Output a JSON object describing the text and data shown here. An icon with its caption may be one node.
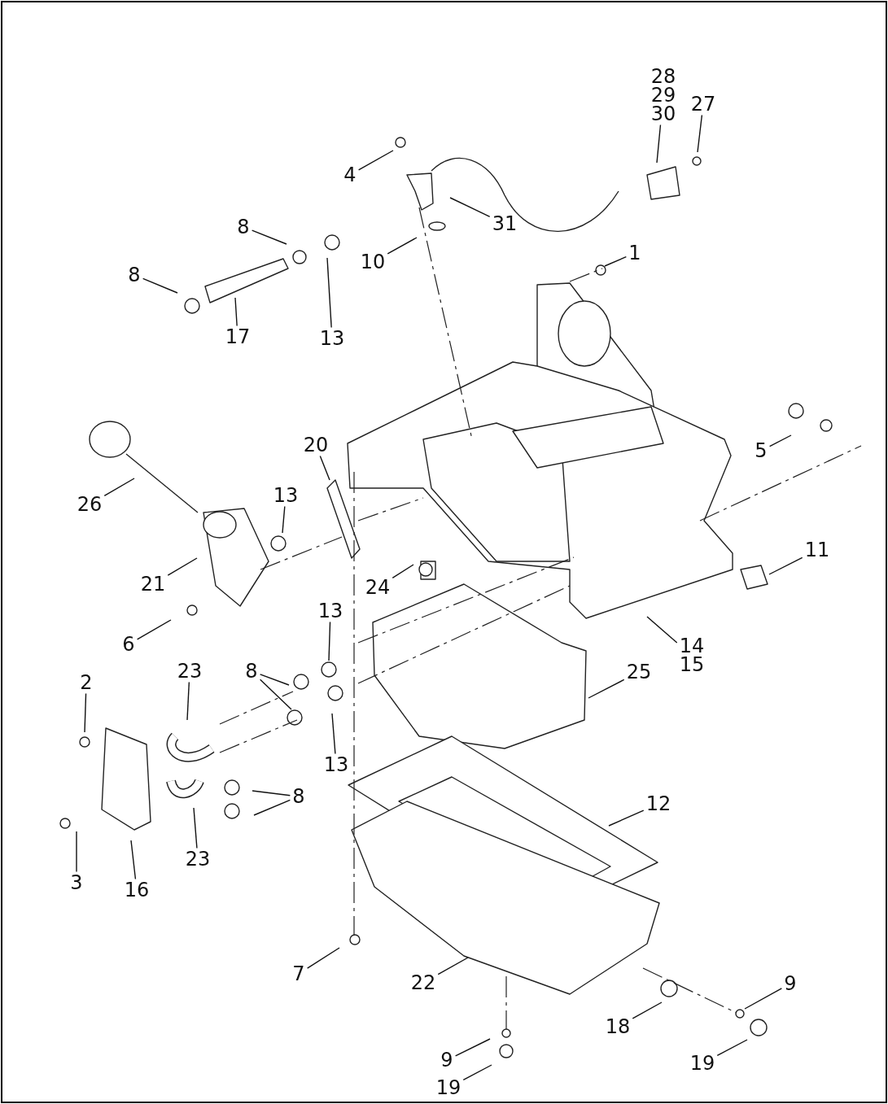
{
  "diagram": {
    "nodes": [
      {
        "text": [
          "28",
          "29",
          "30"
        ]
      },
      {
        "text": [
          "27"
        ]
      },
      {
        "text": [
          "4"
        ]
      },
      {
        "text": [
          "31"
        ]
      },
      {
        "text": [
          "10"
        ]
      },
      {
        "text": [
          "1"
        ]
      },
      {
        "text": [
          "8"
        ]
      },
      {
        "text": [
          "8"
        ]
      },
      {
        "text": [
          "17"
        ]
      },
      {
        "text": [
          "13"
        ]
      },
      {
        "text": [
          "20"
        ]
      },
      {
        "text": [
          "26"
        ]
      },
      {
        "text": [
          "13"
        ]
      },
      {
        "text": [
          "5"
        ]
      },
      {
        "text": [
          "21"
        ]
      },
      {
        "text": [
          "24"
        ]
      },
      {
        "text": [
          "11"
        ]
      },
      {
        "text": [
          "6"
        ]
      },
      {
        "text": [
          "13"
        ]
      },
      {
        "text": [
          "14",
          "15"
        ]
      },
      {
        "text": [
          "2"
        ]
      },
      {
        "text": [
          "23"
        ]
      },
      {
        "text": [
          "8"
        ]
      },
      {
        "text": [
          "25"
        ]
      },
      {
        "text": [
          "13"
        ]
      },
      {
        "text": [
          "8"
        ]
      },
      {
        "text": [
          "12"
        ]
      },
      {
        "text": [
          "3"
        ]
      },
      {
        "text": [
          "16"
        ]
      },
      {
        "text": [
          "23"
        ]
      },
      {
        "text": [
          "7"
        ]
      },
      {
        "text": [
          "22"
        ]
      },
      {
        "text": [
          "9"
        ]
      },
      {
        "text": [
          "18"
        ]
      },
      {
        "text": [
          "9"
        ]
      },
      {
        "text": [
          "19"
        ]
      },
      {
        "text": [
          "19"
        ]
      }
    ],
    "edges": [
      {
        "from": 0,
        "to": null,
        "arrow": "none"
      },
      {
        "from": 1,
        "to": null,
        "arrow": "none"
      },
      {
        "from": 2,
        "to": null,
        "arrow": "none"
      },
      {
        "from": 3,
        "to": null,
        "arrow": "none"
      },
      {
        "from": 4,
        "to": null,
        "arrow": "none"
      },
      {
        "from": 5,
        "to": null,
        "arrow": "none"
      },
      {
        "from": 6,
        "to": null,
        "arrow": "none"
      },
      {
        "from": 7,
        "to": null,
        "arrow": "none"
      },
      {
        "from": 8,
        "to": null,
        "arrow": "none"
      },
      {
        "from": 9,
        "to": null,
        "arrow": "none"
      },
      {
        "from": 10,
        "to": null,
        "arrow": "none"
      },
      {
        "from": 11,
        "to": null,
        "arrow": "none"
      },
      {
        "from": 12,
        "to": null,
        "arrow": "none"
      },
      {
        "from": 13,
        "to": null,
        "arrow": "none"
      },
      {
        "from": 14,
        "to": null,
        "arrow": "none"
      },
      {
        "from": 15,
        "to": null,
        "arrow": "none"
      },
      {
        "from": 16,
        "to": null,
        "arrow": "none"
      },
      {
        "from": 17,
        "to": null,
        "arrow": "none"
      },
      {
        "from": 18,
        "to": null,
        "arrow": "none"
      },
      {
        "from": 19,
        "to": null,
        "arrow": "none"
      },
      {
        "from": 20,
        "to": null,
        "arrow": "none"
      },
      {
        "from": 21,
        "to": null,
        "arrow": "none"
      },
      {
        "from": 22,
        "to": null,
        "arrow": "none"
      },
      {
        "from": 22,
        "to": null,
        "arrow": "none"
      },
      {
        "from": 23,
        "to": null,
        "arrow": "none"
      },
      {
        "from": 24,
        "to": null,
        "arrow": "none"
      },
      {
        "from": 25,
        "to": null,
        "arrow": "none"
      },
      {
        "from": 25,
        "to": null,
        "arrow": "none"
      },
      {
        "from": 26,
        "to": null,
        "arrow": "none"
      },
      {
        "from": 27,
        "to": null,
        "arrow": "none"
      },
      {
        "from": 28,
        "to": null,
        "arrow": "none"
      },
      {
        "from": 29,
        "to": null,
        "arrow": "none"
      },
      {
        "from": 30,
        "to": null,
        "arrow": "none"
      },
      {
        "from": 31,
        "to": null,
        "arrow": "none"
      },
      {
        "from": 32,
        "to": null,
        "arrow": "none"
      },
      {
        "from": 33,
        "to": null,
        "arrow": "none"
      },
      {
        "from": 34,
        "to": null,
        "arrow": "none"
      },
      {
        "from": 35,
        "to": null,
        "arrow": "none"
      },
      {
        "from": 36,
        "to": null,
        "arrow": "none"
      }
    ]
  }
}
